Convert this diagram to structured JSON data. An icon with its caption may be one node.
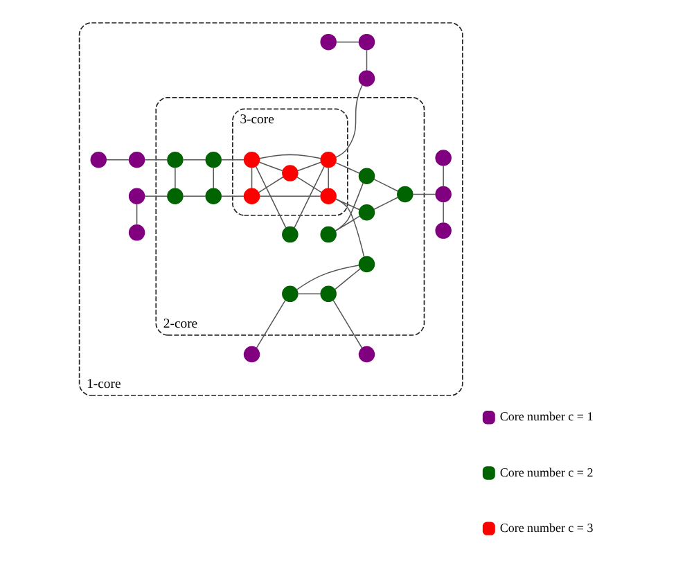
{
  "diagram": {
    "nodes": [
      {
        "text": [
          "1-core"
        ]
      },
      {
        "text": [
          "2-core"
        ],
        "in": 0
      },
      {
        "text": [
          "3-core"
        ],
        "in": 1
      },
      {
        "text": [],
        "shape": "circle",
        "in": 0
      },
      {
        "text": [],
        "shape": "circle",
        "in": 0
      },
      {
        "text": [],
        "shape": "circle",
        "in": 0
      },
      {
        "text": [],
        "shape": "circle",
        "in": 1
      },
      {
        "text": [],
        "shape": "circle",
        "in": 0
      },
      {
        "text": [],
        "shape": "circle",
        "in": 0
      },
      {
        "text": [],
        "shape": "circle",
        "in": 2
      },
      {
        "text": [],
        "shape": "circle",
        "in": 2
      },
      {
        "text": [],
        "shape": "circle",
        "in": 0
      },
      {
        "text": [],
        "shape": "circle",
        "in": 1
      },
      {
        "text": [],
        "shape": "circle",
        "in": 1
      },
      {
        "text": [],
        "shape": "circle",
        "in": 1
      },
      {
        "text": [],
        "shape": "circle",
        "in": 2
      },
      {
        "text": [],
        "shape": "circle",
        "in": 1
      },
      {
        "text": [],
        "shape": "circle",
        "in": 1
      },
      {
        "text": [],
        "shape": "circle",
        "in": 0
      },
      {
        "text": [],
        "shape": "circle",
        "in": 1
      },
      {
        "text": [],
        "shape": "circle",
        "in": 2
      },
      {
        "text": [],
        "shape": "circle",
        "in": 2
      },
      {
        "text": [],
        "shape": "circle",
        "in": 1
      },
      {
        "text": [],
        "shape": "circle",
        "in": 1
      },
      {
        "text": [],
        "shape": "circle",
        "in": 0
      },
      {
        "text": [],
        "shape": "circle",
        "in": 1
      },
      {
        "text": [],
        "shape": "circle",
        "in": 0
      },
      {
        "text": [],
        "shape": "circle",
        "in": 1
      },
      {
        "text": [],
        "shape": "circle",
        "in": 1
      },
      {
        "text": [],
        "shape": "circle",
        "in": 0
      },
      {
        "text": [],
        "shape": "circle",
        "in": 0
      },
      {
        "text": [],
        "shape": "circle",
        "in": 0
      }
    ],
    "edges": [
      {
        "from": 3,
        "to": 4,
        "arrow": "none"
      },
      {
        "from": 4,
        "to": 5,
        "arrow": "none"
      },
      {
        "from": 10,
        "to": 5,
        "arrow": "none"
      },
      {
        "from": 7,
        "to": 8,
        "arrow": "none"
      },
      {
        "from": 9,
        "to": 6,
        "arrow": "none"
      },
      {
        "from": 6,
        "to": 10,
        "arrow": "none"
      },
      {
        "from": 9,
        "to": 10,
        "arrow": "none"
      },
      {
        "from": 8,
        "to": 14,
        "arrow": "none"
      },
      {
        "from": 13,
        "to": 9,
        "arrow": "none"
      },
      {
        "from": 10,
        "to": 12,
        "arrow": "none"
      },
      {
        "from": 11,
        "to": 18,
        "arrow": "none"
      },
      {
        "from": 14,
        "to": 13,
        "arrow": "none"
      },
      {
        "from": 9,
        "to": 15,
        "arrow": "none"
      },
      {
        "from": 15,
        "to": 10,
        "arrow": "none"
      },
      {
        "from": 9,
        "to": 20,
        "arrow": "none"
      },
      {
        "from": 10,
        "to": 21,
        "arrow": "none"
      },
      {
        "from": 16,
        "to": 12,
        "arrow": "none"
      },
      {
        "from": 12,
        "to": 17,
        "arrow": "none"
      },
      {
        "from": 13,
        "to": 19,
        "arrow": "none"
      },
      {
        "from": 14,
        "to": 22,
        "arrow": "none"
      },
      {
        "from": 20,
        "to": 15,
        "arrow": "none"
      },
      {
        "from": 15,
        "to": 21,
        "arrow": "none"
      },
      {
        "from": 17,
        "to": 18,
        "arrow": "none"
      },
      {
        "from": 22,
        "to": 19,
        "arrow": "none"
      },
      {
        "from": 19,
        "to": 20,
        "arrow": "none"
      },
      {
        "from": 20,
        "to": 21,
        "arrow": "none"
      },
      {
        "from": 16,
        "to": 23,
        "arrow": "none"
      },
      {
        "from": 23,
        "to": 17,
        "arrow": "none"
      },
      {
        "from": 21,
        "to": 23,
        "arrow": "none"
      },
      {
        "from": 18,
        "to": 24,
        "arrow": "none"
      },
      {
        "from": 21,
        "to": 25,
        "arrow": "none"
      },
      {
        "from": 26,
        "to": 22,
        "arrow": "none"
      },
      {
        "from": 27,
        "to": 25,
        "arrow": "none"
      },
      {
        "from": 28,
        "to": 25,
        "arrow": "none"
      },
      {
        "from": 26,
        "to": 29,
        "arrow": "none"
      },
      {
        "from": 27,
        "to": 28,
        "arrow": "none"
      },
      {
        "from": 30,
        "to": 27,
        "arrow": "none"
      },
      {
        "from": 28,
        "to": 31,
        "arrow": "none"
      }
    ],
    "legend": [
      {
        "text": "Core number c = 1",
        "color": "#800080"
      },
      {
        "text": "Core number c = 2",
        "color": "#006400"
      },
      {
        "text": "Core number c = 3",
        "color": "#ff0000"
      }
    ]
  }
}
